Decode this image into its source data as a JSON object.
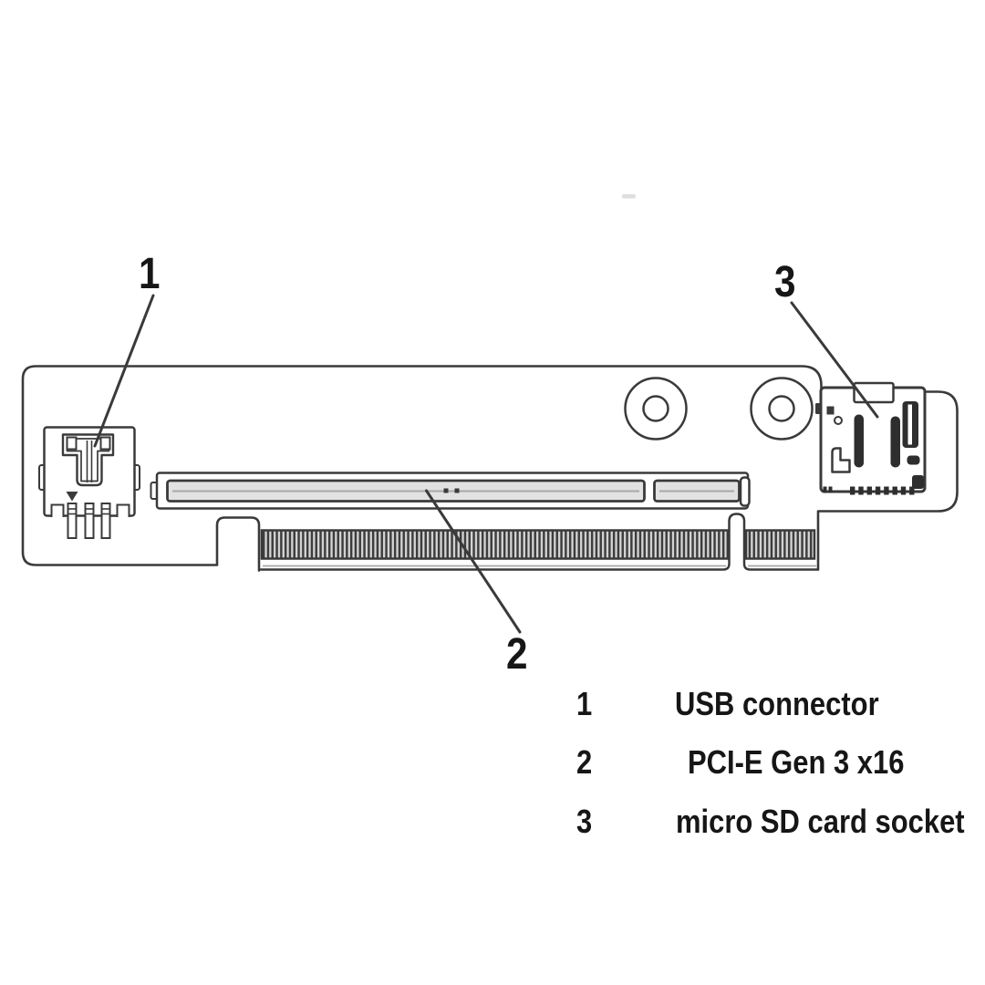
{
  "diagram": {
    "subject": "riser-card-technical-illustration",
    "callouts": [
      {
        "number": "1"
      },
      {
        "number": "2"
      },
      {
        "number": "3"
      }
    ],
    "colors": {
      "line": "#3a3a3a",
      "text": "#161616",
      "background": "#ffffff",
      "slot_channel_fill": "#e2e2e2",
      "finger_background": "#d6d6d6",
      "finger_bar": "#3d3d3d"
    }
  },
  "legend": {
    "items": [
      {
        "number": "1",
        "label": "USB connector"
      },
      {
        "number": "2",
        "label": "PCI-E Gen 3 x16"
      },
      {
        "number": "3",
        "label": "micro SD card socket"
      }
    ]
  }
}
